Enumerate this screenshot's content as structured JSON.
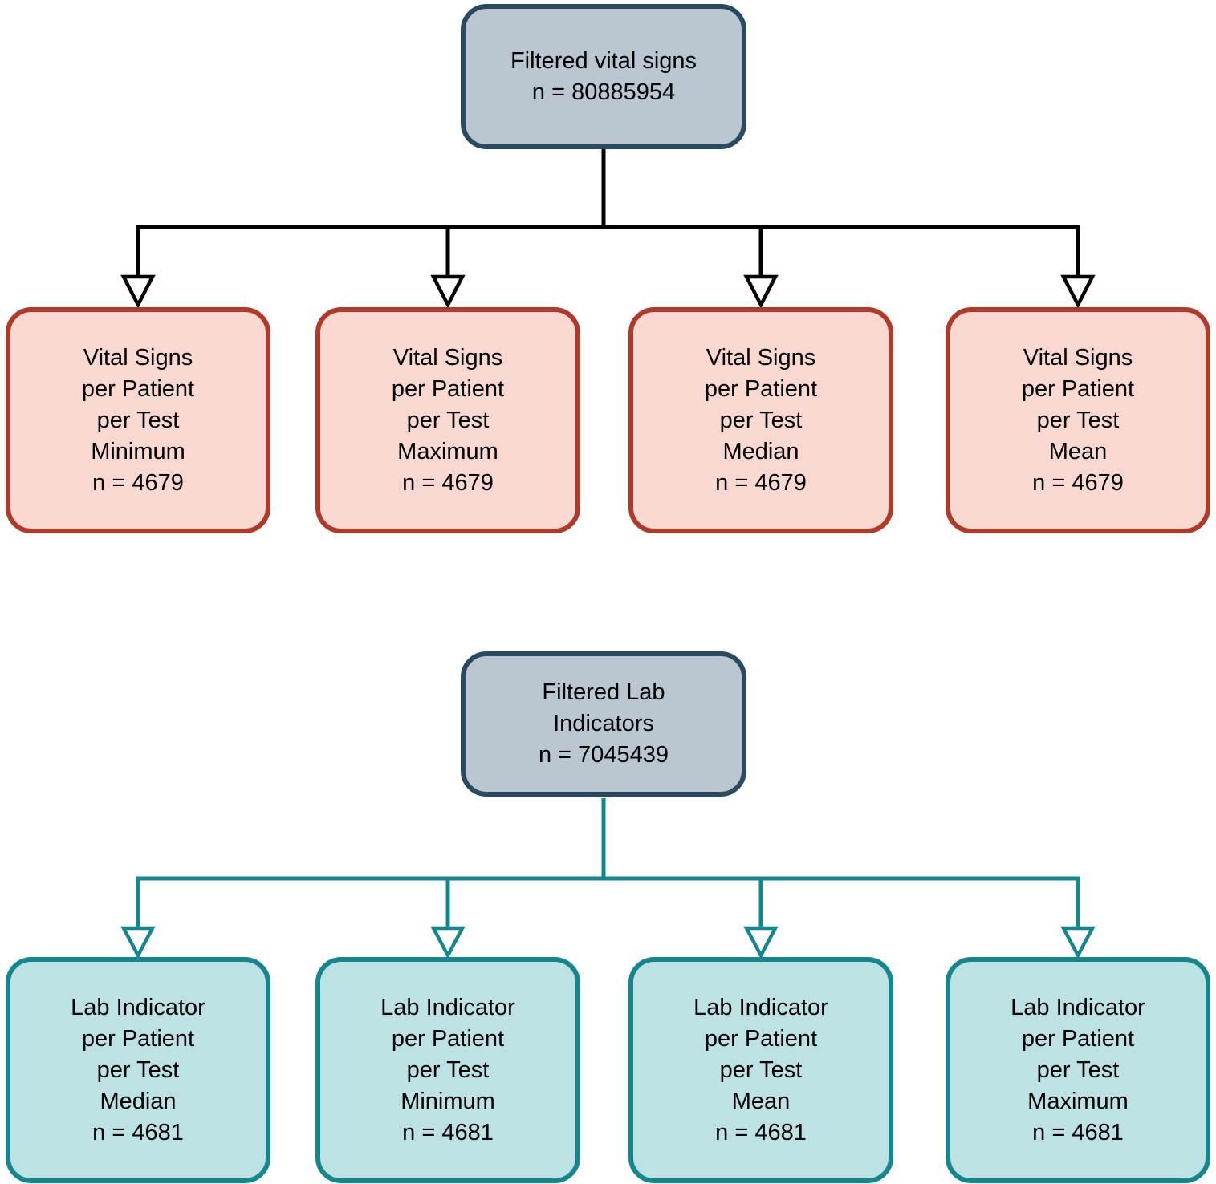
{
  "colors": {
    "root_fill": "#bac6d0",
    "root_border": "#2a4a62",
    "vital_fill": "#f9d8d2",
    "vital_border": "#af3a29",
    "lab_fill": "#bce2e4",
    "lab_border": "#16868e",
    "vital_connector": "#000000",
    "lab_connector": "#16868e",
    "text": "#000000"
  },
  "vital_tree": {
    "root": {
      "lines": [
        "Filtered vital signs",
        "n = 80885954"
      ]
    },
    "children": [
      {
        "lines": [
          "Vital Signs",
          "per Patient",
          "per Test",
          "Minimum",
          "n = 4679"
        ]
      },
      {
        "lines": [
          "Vital Signs",
          "per Patient",
          "per Test",
          "Maximum",
          "n = 4679"
        ]
      },
      {
        "lines": [
          "Vital Signs",
          "per Patient",
          "per Test",
          "Median",
          "n = 4679"
        ]
      },
      {
        "lines": [
          "Vital Signs",
          "per Patient",
          "per Test",
          "Mean",
          "n = 4679"
        ]
      }
    ]
  },
  "lab_tree": {
    "root": {
      "lines": [
        "Filtered Lab",
        "Indicators",
        "n = 7045439"
      ]
    },
    "children": [
      {
        "lines": [
          "Lab Indicator",
          "per Patient",
          "per Test",
          "Median",
          "n = 4681"
        ]
      },
      {
        "lines": [
          "Lab Indicator",
          "per Patient",
          "per Test",
          "Minimum",
          "n = 4681"
        ]
      },
      {
        "lines": [
          "Lab Indicator",
          "per Patient",
          "per Test",
          "Mean",
          "n = 4681"
        ]
      },
      {
        "lines": [
          "Lab Indicator",
          "per Patient",
          "per Test",
          "Maximum",
          "n = 4681"
        ]
      }
    ]
  }
}
